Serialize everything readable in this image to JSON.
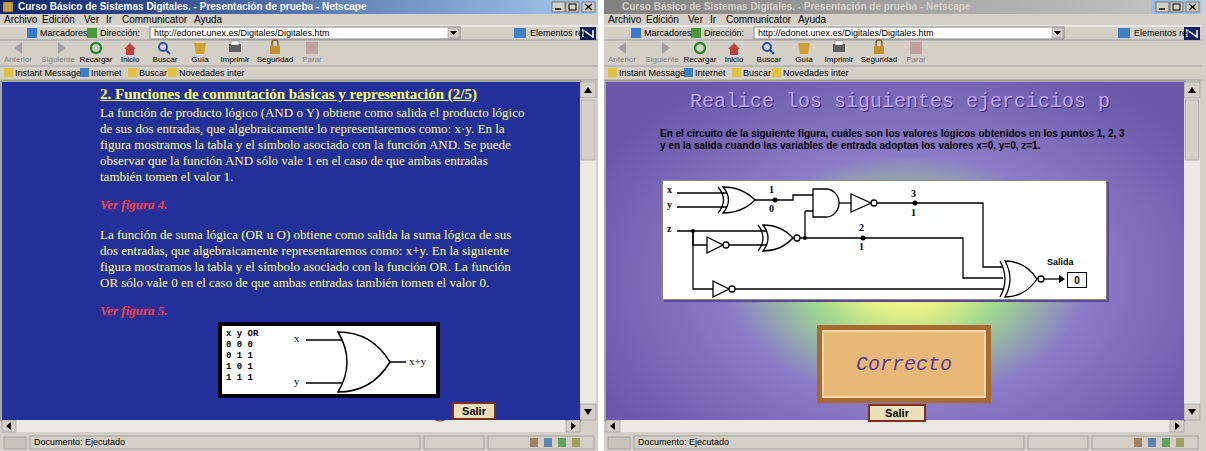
{
  "diagram": {
    "nodes": [
      {
        "text": [
          "Curso Básico de Sistemas Digitales. - Presentación de prueba - Netscape"
        ]
      },
      {
        "text": [
          "2. Funciones de conmutación básicas y representación (2/5)",
          "La función de producto lógico (AND o Y) obtiene como salida el producto lógico de sus dos entradas, que algebraicamente lo representaremos como: x·y. En la figura mostramos la tabla y el símbolo asociado con la función AND. Se puede observar que la función AND sólo vale 1 en el caso de que ambas entradas también tomen el valor 1.",
          "Ver figura 4.",
          "La función de suma lógica (OR u O) obtiene como salida la suma lógica de sus dos entradas, que algebraicamente representaremos como: x+y. En la siguiente figura mostramos la tabla y el símbolo asociado con la función OR. La función OR sólo vale 0 en el caso de que ambas entradas también tomen el valor 0.",
          "Ver figura 5."
        ],
        "in": 0
      },
      {
        "text": [
          "x y OR",
          "0 0 0",
          "0 1 1",
          "1 0 1",
          "1 1 1",
          "x",
          "y",
          "x+y"
        ],
        "in": 1
      },
      {
        "text": [
          "Salir"
        ],
        "in": 1
      },
      {
        "text": [
          "Curso Básico de Sistemas Digitales. - Presentación de prueba - Netscape"
        ]
      },
      {
        "text": [
          "Realice los siguientes ejercicios p",
          "En el circuito de la siguiente figura, cuáles son los valores lógicos obtenidos en los puntos 1, 2, 3 y en la salida cuando las variables de entrada adoptan los valores x=0, y=0, z=1."
        ],
        "in": 4
      },
      {
        "text": [
          "x",
          "y",
          "1",
          "0",
          "3",
          "1",
          "z",
          "2",
          "1",
          "Salida"
        ],
        "in": 5
      },
      {
        "text": [
          "0"
        ],
        "in": 6
      },
      {
        "text": [
          "Correcto"
        ],
        "in": 5
      },
      {
        "text": [
          "Salir"
        ],
        "in": 5
      }
    ],
    "labels": [
      "Archivo",
      "Edición",
      "Ver",
      "Ir",
      "Communicator",
      "Ayuda",
      "Marcadores",
      "Dirección:",
      "http://edonet.unex.es/Digitales/Digitales.htm",
      "Elementos rel.",
      "Anterior",
      "Siguiente",
      "Recargar",
      "Inicio",
      "Buscar",
      "Guía",
      "Imprimir",
      "Seguridad",
      "Parar",
      "Instant Message",
      "Internet",
      "Buscar",
      "Novedades inter",
      "Documento: Ejecutado",
      "Archivo",
      "Edición",
      "Ver",
      "Ir",
      "Communicator",
      "Ayuda",
      "Marcadores",
      "Dirección:",
      "http://edonet.unex.es/Digitales/Digitales.htm",
      "Elementos rel.",
      "Anterior",
      "Siguiente",
      "Recargar",
      "Inicio",
      "Buscar",
      "Guía",
      "Imprimir",
      "Seguridad",
      "Parar",
      "Instant Message",
      "Internet",
      "Buscar",
      "Novedades inter",
      "Documento: Ejecutado"
    ]
  }
}
